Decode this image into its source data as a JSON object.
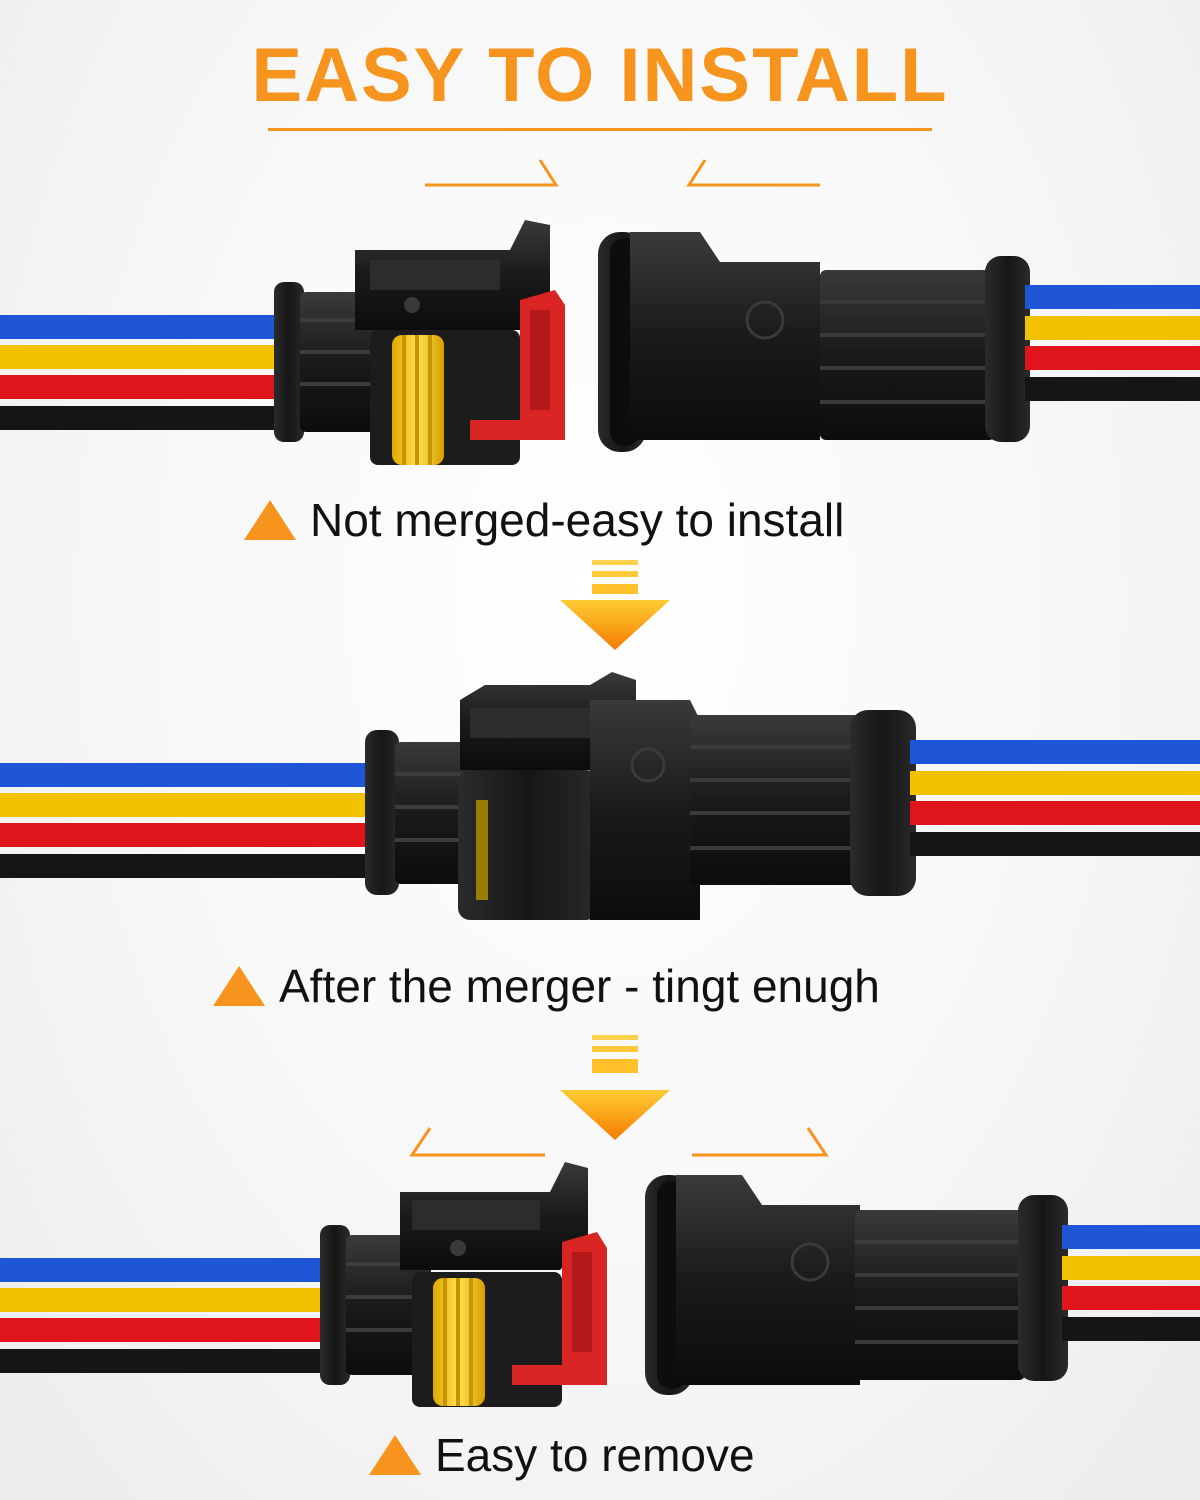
{
  "title": "EASY TO INSTALL",
  "captions": {
    "step1": "Not merged-easy to install",
    "step2": "After the merger - tingt enugh",
    "step3": "Easy to remove"
  },
  "colors": {
    "accent": "#f7941d",
    "wire_blue": "#1f56d6",
    "wire_yellow": "#f2c200",
    "wire_red": "#e0141b",
    "wire_black": "#151515",
    "connector": "#1c1c1c",
    "seal_yellow": "#ffd11a",
    "lock_red": "#d92424"
  },
  "icons": {
    "caption_marker": "warning-triangle-icon",
    "step_arrow": "arrow-down-icon",
    "push_arrow": "half-arrow-icon"
  }
}
